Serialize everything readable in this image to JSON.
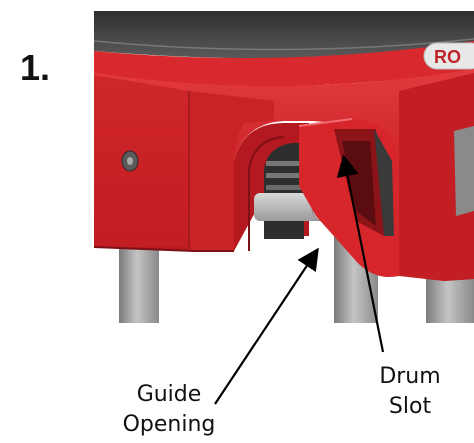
{
  "figure": {
    "step_number": "1.",
    "callouts": {
      "guide_opening": {
        "line1": "Guide",
        "line2": "Opening"
      },
      "drum_slot": {
        "line1": "Drum",
        "line2": "Slot"
      }
    },
    "partial_logo_text": "RO"
  },
  "colors": {
    "housing_red": "#d0242a",
    "housing_dark": "#8c1418",
    "metal_grey": "#a6a6a6",
    "top_cap": "#3a3a3a",
    "logo_pill": "#e8e8e8"
  }
}
